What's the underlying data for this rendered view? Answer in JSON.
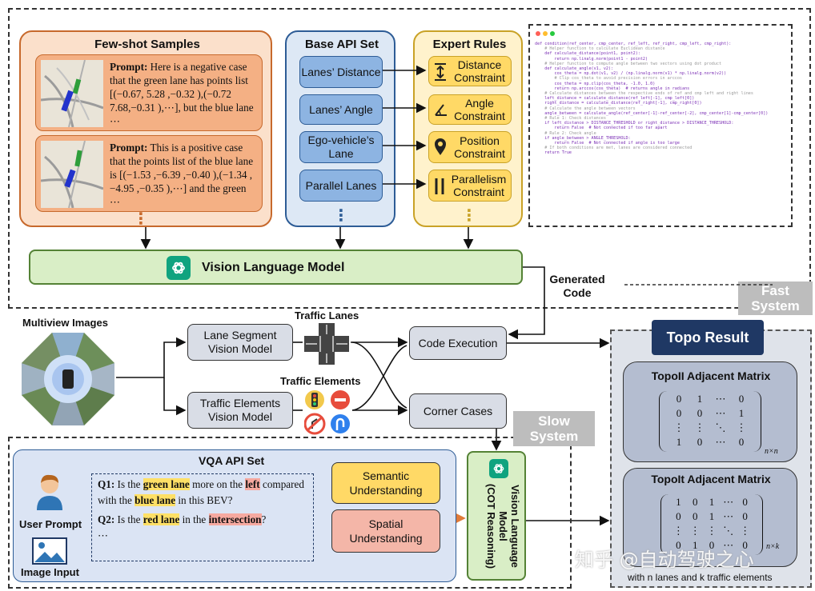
{
  "few_shot": {
    "title": "Few-shot Samples",
    "sample1_prompt_label": "Prompt:",
    "sample1_text": "Here is a negative case that the green lane has points list [(−0.67, 5.28 ,−0.32 ),(−0.72 7.68,−0.31 ),⋯], but the blue lane ⋯",
    "sample2_prompt_label": "Prompt:",
    "sample2_text": "This is a positive case that the points list of the blue lane is [(−1.53 ,−6.39 ,−0.40 ),(−1.34 ,−4.95 ,−0.35 ),⋯] and the green ⋯",
    "ellipsis": "⋮"
  },
  "base_api": {
    "title": "Base API Set",
    "items": [
      "Lanes’ Distance",
      "Lanes’ Angle",
      "Ego-vehicle’s Lane",
      "Parallel Lanes"
    ],
    "ellipsis": "⋮"
  },
  "expert_rules": {
    "title": "Expert Rules",
    "items": [
      {
        "label": "Distance Constraint",
        "icon": "distance-icon"
      },
      {
        "label": "Angle Constraint",
        "icon": "angle-icon"
      },
      {
        "label": "Position Constraint",
        "icon": "location-pin-icon"
      },
      {
        "label": "Parallelism Constraint",
        "icon": "parallel-icon"
      }
    ],
    "ellipsis": "⋮"
  },
  "code_panel": {
    "lines": [
      "def condition(ref_center, cmp_center, ref_left, ref_right, cmp_left, cmp_right):",
      "    # Helper function to calculate Euclidean distance",
      "    def calculate_distance(point1, point2):",
      "        return np.linalg.norm(point1 - point2)",
      "",
      "    # Helper function to compute angle between two vectors using dot product",
      "    def calculate_angle(v1, v2):",
      "        cos_theta = np.dot(v1, v2) / (np.linalg.norm(v1) * np.linalg.norm(v2))",
      "        # Clip cos_theta to avoid precision errors in arccos",
      "        cos_theta = np.clip(cos_theta, -1.0, 1.0)",
      "        return np.arccos(cos_theta)  # returns angle in radians",
      "",
      "    # Calculate distances between the respective ends of ref and cmp left and right lines",
      "    left_distance = calculate_distance(ref_left[-1], cmp_left[0])",
      "    right_distance = calculate_distance(ref_right[-1], cmp_right[0])",
      "    # Calculate the angle between vectors",
      "    angle_between = calculate_angle(ref_center[-1]-ref_center[-2], cmp_center[1]-cmp_center[0])",
      "",
      "    # Rule 1: Check distances",
      "    if left_distance > DISTANCE_THRESHOLD or right_distance > DISTANCE_THRESHOLD:",
      "        return False  # Not connected if too far apart",
      "",
      "    # Rule 2: Check angle",
      "    if angle_between > ANGLE_THRESHOLD:",
      "        return False  # Not connected if angle is too large",
      "",
      "    # If both conditions are met, lanes are considered connected",
      "    return True"
    ]
  },
  "vlm_bar": {
    "label": "Vision Language Model"
  },
  "generated_code": {
    "label": "Generated Code"
  },
  "fast_system": {
    "label": "Fast System"
  },
  "slow_system": {
    "label": "Slow System"
  },
  "multiview": {
    "label": "Multiview Images"
  },
  "lane_segment": {
    "label": "Lane Segment Vision Model"
  },
  "traffic_model": {
    "label": "Traffic Elements Vision Model"
  },
  "traffic_lanes": {
    "label": "Traffic Lanes"
  },
  "traffic_elements": {
    "label": "Traffic Elements"
  },
  "code_execution": {
    "label": "Code Execution"
  },
  "corner_cases": {
    "label": "Corner Cases"
  },
  "topo_result": {
    "title": "Topo Result",
    "ll_title": "TopoII Adjacent Matrix",
    "lt_title": "TopoIt Adjacent Matrix",
    "ll_rows": [
      [
        "0",
        "1",
        "⋯",
        "0"
      ],
      [
        "0",
        "0",
        "⋯",
        "1"
      ],
      [
        "⋮",
        "⋮",
        "⋱",
        "⋮"
      ],
      [
        "1",
        "0",
        "⋯",
        "0"
      ]
    ],
    "ll_sub": "n×n",
    "lt_rows": [
      [
        "1",
        "0",
        "1",
        "⋯",
        "0"
      ],
      [
        "0",
        "0",
        "1",
        "⋯",
        "0"
      ],
      [
        "⋮",
        "⋮",
        "⋮",
        "⋱",
        "⋮"
      ],
      [
        "0",
        "1",
        "0",
        "⋯",
        "0"
      ]
    ],
    "lt_sub": "n×k",
    "footer": "with n lanes and k traffic elements"
  },
  "vqa": {
    "title": "VQA API Set",
    "q1_label": "Q1:",
    "q1_a": "Is the",
    "q1_green": "green lane",
    "q1_b": "more on  the",
    "q1_left": "left",
    "q1_c": "compared with the",
    "q1_blue": "blue lane",
    "q1_d": "in this BEV?",
    "q2_label": "Q2:",
    "q2_a": "Is the",
    "q2_red": "red lane",
    "q2_b": "in the",
    "q2_inter": "intersection",
    "q2_c": "?",
    "more": "⋯",
    "user_prompt": "User Prompt",
    "image_input": "Image Input",
    "semantic": "Semantic Understanding",
    "spatial": "Spatial Understanding"
  },
  "vlm_vertical": {
    "label": "Vision Language Model",
    "sub": "(COT Reasoning)"
  },
  "watermark": {
    "text": "知乎 @自动驾驶之心"
  },
  "colors": {
    "orange_bg": "#fbe0cb",
    "orange_border": "#c7692c",
    "orange_card": "#f4b084",
    "blue_bg": "#dde8f5",
    "blue_border": "#2d5c96",
    "blue_item": "#8db4e2",
    "yellow_bg": "#fff2cc",
    "yellow_border": "#c9a227",
    "yellow_item": "#ffd966",
    "green_bg": "#d9eec6",
    "green_border": "#548235",
    "gray_box": "#d9dde6",
    "navy": "#1f3864",
    "slate_panel": "#b4bdd0",
    "gray_tag": "#bdbdbd",
    "red_item": "#f4b6a8",
    "vqa_bg": "#dbe4f4"
  }
}
